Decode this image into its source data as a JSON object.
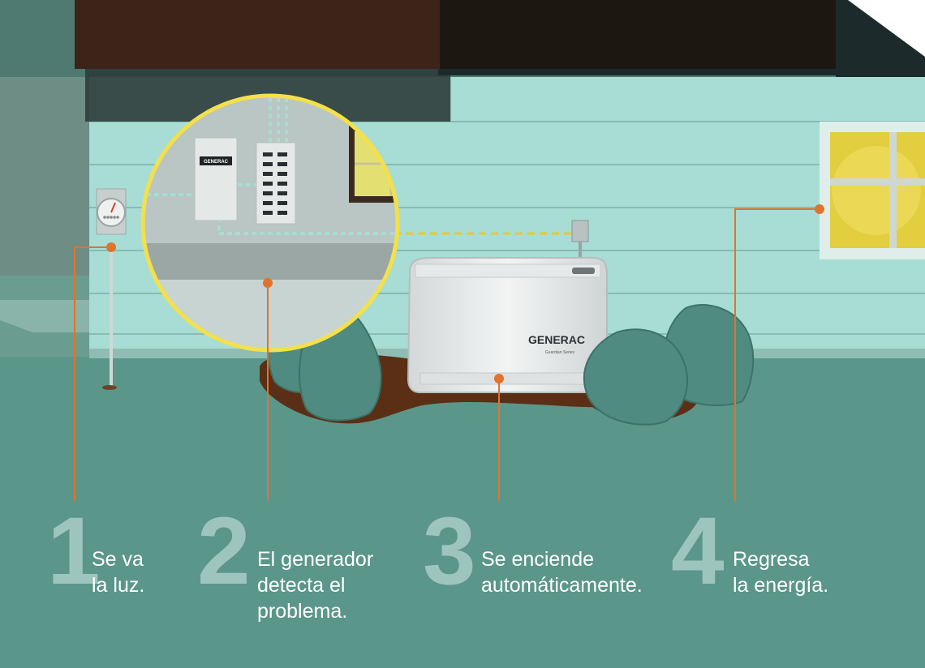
{
  "brand": {
    "logo_text": "GENERAC",
    "series_text": "Guardian Series",
    "panel_logo_text": "GENERAC"
  },
  "colors": {
    "ground": "#5b968a",
    "siding": "#a7ddd4",
    "roof": "#3c2418",
    "callout": "#e0742c",
    "window_light": "#e2ce3e",
    "shrub": "#4f8b80",
    "step_number": "#9ec5bd"
  },
  "steps": [
    {
      "number": "1",
      "text": "Se va\nla luz.",
      "icon": "electric-meter-icon"
    },
    {
      "number": "2",
      "text": "El generador\ndetecta el\nproblema.",
      "icon": "transfer-switch-icon"
    },
    {
      "number": "3",
      "text": "Se enciende\nautomáticamente.",
      "icon": "generator-icon"
    },
    {
      "number": "4",
      "text": "Regresa\nla energía.",
      "icon": "lit-window-icon"
    }
  ]
}
